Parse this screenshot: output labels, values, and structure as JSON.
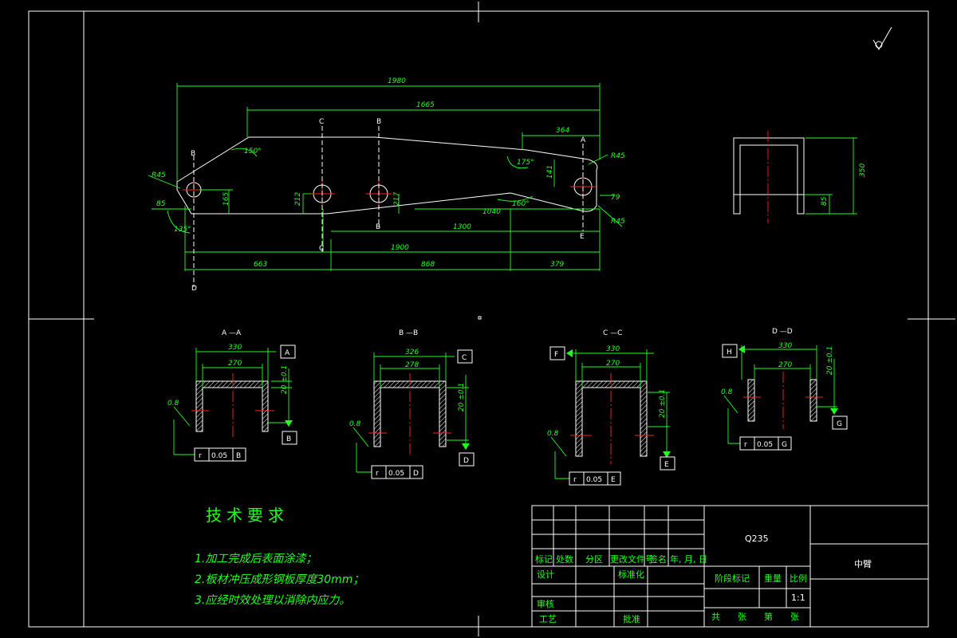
{
  "main_view": {
    "dims": {
      "overall_length": "1980",
      "upper_length": "1665",
      "right_top": "364",
      "r45_left": "R45",
      "r45_right_top": "R45",
      "r45_right_bottom": "R45",
      "height_left": "165",
      "offset_left": "85",
      "hole_height_mid": "212",
      "hole_gap_mid": "217",
      "right_hole_height": "141",
      "right_bottom_79": "79",
      "lower_1040": "1040",
      "lower_1300": "1300",
      "total_1900": "1900",
      "seg_663": "663",
      "seg_868": "868",
      "seg_379": "379",
      "angle_150": "150°",
      "angle_175": "175°",
      "angle_160": "160°",
      "angle_135": "135°"
    },
    "section_letters": {
      "c_top": "C",
      "b_top": "B",
      "a_top": "A",
      "b_left": "B",
      "d_bottom": "D",
      "c_bottom": "C",
      "b_bottom": "B",
      "e_bottom": "E"
    }
  },
  "side_view": {
    "height": "350",
    "bottom": "85"
  },
  "sections": [
    {
      "title": "A —A",
      "outer": "330",
      "inner": "270",
      "ref_top": "A",
      "ref_bottom": "B",
      "flatness": "0.8",
      "tolerance_sym": "r",
      "tolerance_val": "0.05",
      "tolerance_ref": "B",
      "thk": "20 ±0.1"
    },
    {
      "title": "B —B",
      "outer": "326",
      "inner": "278",
      "ref_top": "C",
      "ref_bottom": "D",
      "flatness": "0.8",
      "tolerance_sym": "r",
      "tolerance_val": "0.05",
      "tolerance_ref": "D",
      "thk": "20 ±0.1"
    },
    {
      "title": "C —C",
      "outer": "330",
      "inner": "270",
      "ref_top": "F",
      "ref_bottom": "E",
      "flatness": "0.8",
      "tolerance_sym": "r",
      "tolerance_val": "0.05",
      "tolerance_ref": "E",
      "thk": "20 ±0.1"
    },
    {
      "title": "D —D",
      "outer": "330",
      "inner": "270",
      "ref_top": "H",
      "ref_bottom": "G",
      "flatness": "0.8",
      "tolerance_sym": "r",
      "tolerance_val": "0.05",
      "tolerance_ref": "G",
      "thk": "20 ±0.1"
    }
  ],
  "tech_requirements": {
    "title": "技术要求",
    "items": [
      "1.加工完成后表面涂漆；",
      "2.板材冲压成形钢板厚度30mm；",
      "3.应经时效处理以消除内应力。"
    ]
  },
  "title_block": {
    "material": "Q235",
    "part_name": "中臂",
    "labels": {
      "mark": "标记",
      "count": "处数",
      "zone": "分区",
      "doc_no": "更改文件号",
      "sign": "签名",
      "date": "年, 月, 日",
      "design": "设计",
      "standard": "标准化",
      "stage": "阶段标记",
      "weight": "重量",
      "scale": "比例",
      "review": "审核",
      "process": "工艺",
      "approve": "批准",
      "sheets": "共　　张　　第　　张"
    },
    "scale_value": "1:1"
  },
  "roughness_symbol": "√"
}
